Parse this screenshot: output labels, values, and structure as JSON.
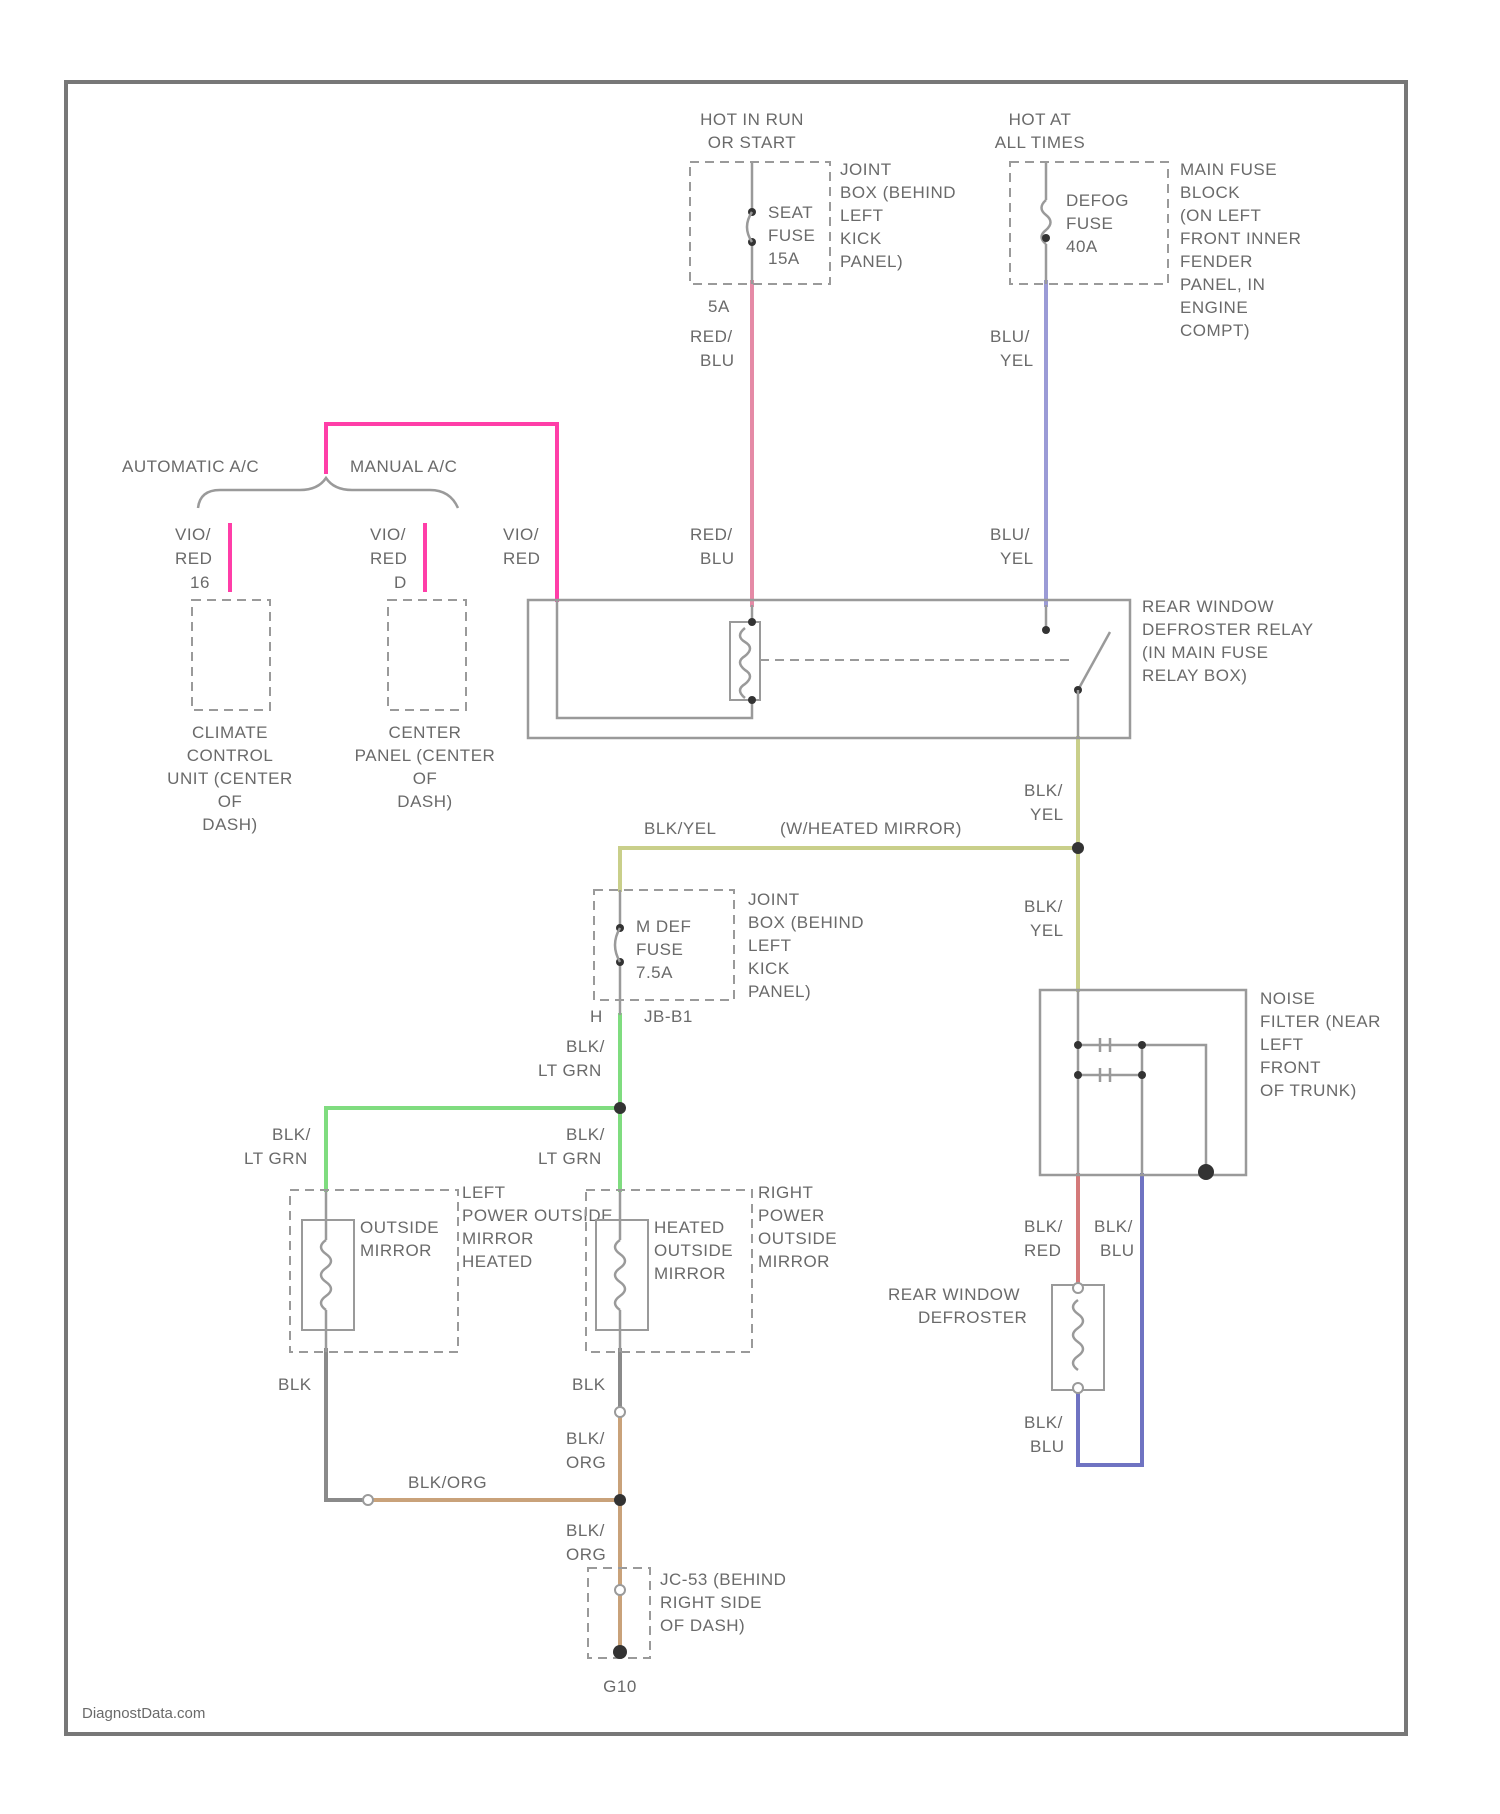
{
  "colors": {
    "red_blu": "#e58aa6",
    "blu_yel": "#9b9bd6",
    "pink": "#ff3ea8",
    "yellow_green": "#c9cf8a",
    "lt_grn": "#7fdc7f",
    "orange": "#c9a27a",
    "blu": "#6f73c2",
    "red": "#d47a7a",
    "gray": "#8a8a8a"
  },
  "labels": {
    "hot_run_1": "HOT IN RUN",
    "hot_run_2": "OR START",
    "hot_all_1": "HOT AT",
    "hot_all_2": "ALL TIMES",
    "seat_fuse_1": "SEAT",
    "seat_fuse_2": "FUSE",
    "seat_fuse_3": "15A",
    "jb1_1": "JOINT",
    "jb1_2": "BOX (BEHIND",
    "jb1_3": "LEFT",
    "jb1_4": "KICK",
    "jb1_5": "PANEL)",
    "defog_fuse_1": "DEFOG",
    "defog_fuse_2": "FUSE",
    "defog_fuse_3": "40A",
    "mfb_1": "MAIN FUSE",
    "mfb_2": "BLOCK",
    "mfb_3": "(ON LEFT",
    "mfb_4": "FRONT INNER",
    "mfb_5": "FENDER",
    "mfb_6": "PANEL, IN",
    "mfb_7": "ENGINE",
    "mfb_8": "COMPT)",
    "pin_5a": "5A",
    "red_1": "RED/",
    "blu_1": "BLU",
    "blu_2": "BLU/",
    "yel_1": "YEL",
    "auto_ac": "AUTOMATIC A/C",
    "manual_ac": "MANUAL A/C",
    "vio_1": "VIO/",
    "red_2": "RED",
    "pin_16": "16",
    "pin_d": "D",
    "climate_1": "CLIMATE",
    "climate_2": "CONTROL",
    "climate_3": "UNIT (CENTER",
    "climate_4": "OF",
    "climate_5": "DASH)",
    "center_1": "CENTER",
    "center_2": "PANEL (CENTER",
    "center_3": "OF",
    "center_4": "DASH)",
    "relay_1": "REAR WINDOW",
    "relay_2": "DEFROSTER RELAY",
    "relay_3": "(IN MAIN FUSE",
    "relay_4": "RELAY BOX)",
    "blk_1": "BLK/",
    "blk_yel": "BLK/YEL",
    "heated_mirror": "(W/HEATED MIRROR)",
    "mdef_1": "M DEF",
    "mdef_2": "FUSE",
    "mdef_3": "7.5A",
    "pin_h": "H",
    "jb_b": "JB-B1",
    "lt_grn": "LT GRN",
    "noise_1": "NOISE",
    "noise_2": "FILTER (NEAR",
    "noise_3": "LEFT",
    "noise_4": "FRONT",
    "noise_5": "OF TRUNK)",
    "outside_1": "OUTSIDE",
    "outside_2": "MIRROR",
    "lpo_1": "LEFT",
    "lpo_2": "POWER OUTSIDE",
    "lpo_3": "MIRROR",
    "lpo_4": "HEATED",
    "heated_1": "HEATED",
    "heated_2": "OUTSIDE",
    "heated_3": "MIRROR",
    "rpo_1": "RIGHT",
    "rpo_2": "POWER",
    "rpo_3": "OUTSIDE",
    "rpo_4": "MIRROR",
    "blk": "BLK",
    "red_3": "RED",
    "blu_3": "BLU",
    "rwd_1": "REAR WINDOW",
    "rwd_2": "DEFROSTER",
    "blk_org": "BLK/ORG",
    "org": "ORG",
    "jc_1": "JC-53 (BEHIND",
    "jc_2": "RIGHT SIDE",
    "jc_3": "OF DASH)",
    "ground": "G10",
    "watermark": "DiagnostData.com"
  }
}
